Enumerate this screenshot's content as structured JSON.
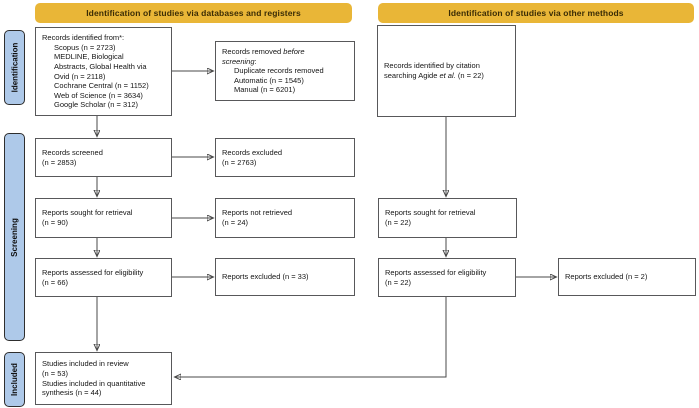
{
  "colors": {
    "header_bg": "#E9B637",
    "header_text": "#3A2C05",
    "sidebar_bg": "#AEC9E9",
    "box_border": "#58585A",
    "arrow": "#4A4A4A"
  },
  "headers": {
    "databases": "Identification of studies via databases and registers",
    "other": "Identification of studies via other methods"
  },
  "sidebar": {
    "identification": "Identification",
    "screening": "Screening",
    "included": "Included"
  },
  "boxes": {
    "db_identified": {
      "title": "Records identified from*:",
      "items": [
        "Scopus (n = 2723)",
        "MEDLINE, Biological",
        "Abstracts, Global Health via",
        "Ovid (n = 2118)",
        "Cochrane Central (n = 1152)",
        "Web of Science (n = 3634)",
        "Google Scholar (n = 312)"
      ]
    },
    "records_removed": {
      "l1_normal": "Records removed ",
      "l1_italic": "before",
      "l2_italic": "screening",
      "l2_normal": ":",
      "items": [
        "Duplicate records removed",
        "Automatic (n = 1545)",
        "Manual (n = 6201)"
      ]
    },
    "citation_identified": {
      "line1": "Records identified by citation",
      "l2_pre": "searching Agide ",
      "l2_italic": "et al.",
      "l2_post": " (n = 22)"
    },
    "records_screened": {
      "lines": [
        "Records screened",
        "(n = 2853)"
      ]
    },
    "records_excluded": {
      "lines": [
        "Records excluded",
        "(n = 2763)"
      ]
    },
    "reports_sought": {
      "lines": [
        "Reports sought for retrieval",
        "(n = 90)"
      ]
    },
    "reports_not_retrieved": {
      "lines": [
        "Reports not retrieved",
        "(n = 24)"
      ]
    },
    "reports_assessed": {
      "lines": [
        "Reports assessed for eligibility",
        "(n = 66)"
      ]
    },
    "reports_excluded_33": {
      "line": "Reports excluded (n = 33)"
    },
    "reports_sought_other": {
      "lines": [
        "Reports sought for retrieval",
        "(n = 22)"
      ]
    },
    "reports_assessed_other": {
      "lines": [
        "Reports assessed for eligibility",
        "(n = 22)"
      ]
    },
    "reports_excluded_2": {
      "line": "Reports excluded (n = 2)"
    },
    "studies_included": {
      "lines": [
        "Studies included in review",
        "(n = 53)",
        "Studies included in quantitative",
        "synthesis (n = 44)"
      ]
    }
  }
}
